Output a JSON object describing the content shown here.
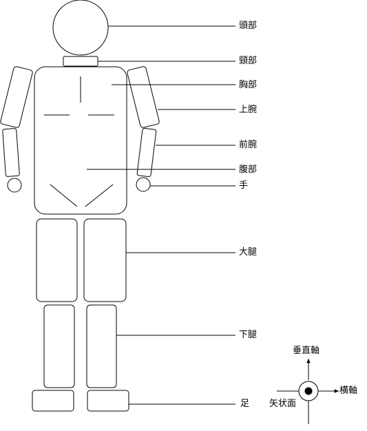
{
  "labels": {
    "head": "頭部",
    "neck": "頸部",
    "chest": "胸部",
    "upper_arm": "上腕",
    "forearm": "前腕",
    "abdomen": "腹部",
    "hand": "手",
    "thigh": "大腿",
    "lower_leg": "下腿",
    "foot": "足"
  },
  "axes": {
    "vertical": "垂直軸",
    "horizontal": "横軸",
    "sagittal": "矢状面"
  },
  "colors": {
    "stroke": "#000000",
    "background": "#ffffff"
  }
}
